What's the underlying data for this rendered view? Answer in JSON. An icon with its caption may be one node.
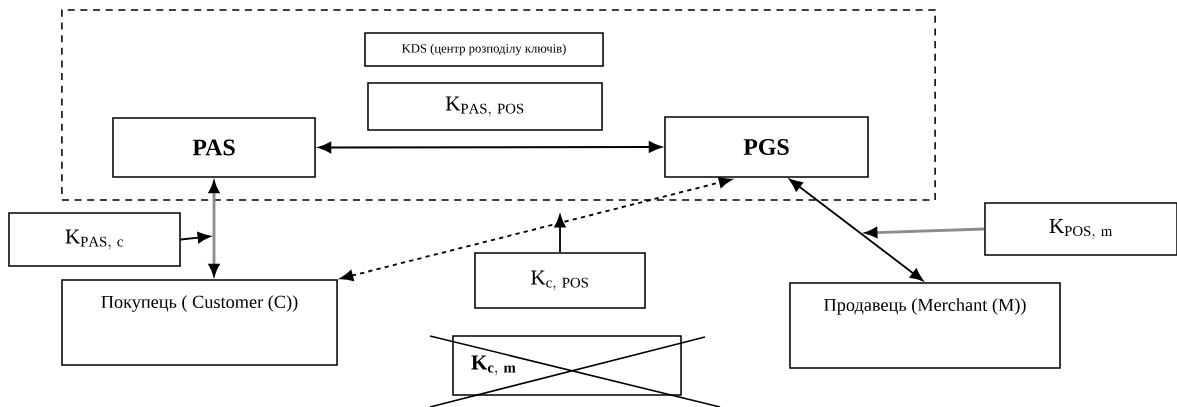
{
  "diagram": {
    "nodes": [
      {
        "text": [],
        "shape": "box"
      },
      {
        "text": [
          "KDS (центр розподілу ключів)"
        ],
        "in": 0
      },
      {
        "text": [
          "\\mathrm{K}_{\\mathrm{PAS,\\ POS}}"
        ],
        "in": 0
      },
      {
        "text": [
          "PAS"
        ],
        "in": 0
      },
      {
        "text": [
          "PGS"
        ],
        "in": 0
      },
      {
        "text": [
          "\\mathrm{K}_{\\mathrm{PAS,\\ c}}"
        ]
      },
      {
        "text": [
          "Покупець ( Customer (C))"
        ]
      },
      {
        "text": [
          "\\mathrm{K}_{\\mathrm{c,\\ POS}}"
        ]
      },
      {
        "text": [
          "\\mathrm{K}_{\\mathrm{POS,\\ m}}"
        ]
      },
      {
        "text": [
          "Продавець (Merchant (M))"
        ]
      },
      {
        "text": [
          "\\mathbf{K}_{\\mathbf{c,\\ m}}"
        ]
      }
    ],
    "edges": [
      {
        "from": 3,
        "to": 4,
        "arrow": "both"
      },
      {
        "from": 3,
        "to": 6,
        "arrow": "both",
        "color": "#8c8c8c"
      },
      {
        "from": 5,
        "to": null,
        "arrow": "to"
      },
      {
        "from": 6,
        "to": 4,
        "arrow": "both",
        "style": "dashed"
      },
      {
        "from": 7,
        "to": null,
        "arrow": "to"
      },
      {
        "from": 4,
        "to": 9,
        "arrow": "both"
      },
      {
        "from": 8,
        "to": null,
        "arrow": "to",
        "color": "#8c8c8c"
      }
    ]
  }
}
